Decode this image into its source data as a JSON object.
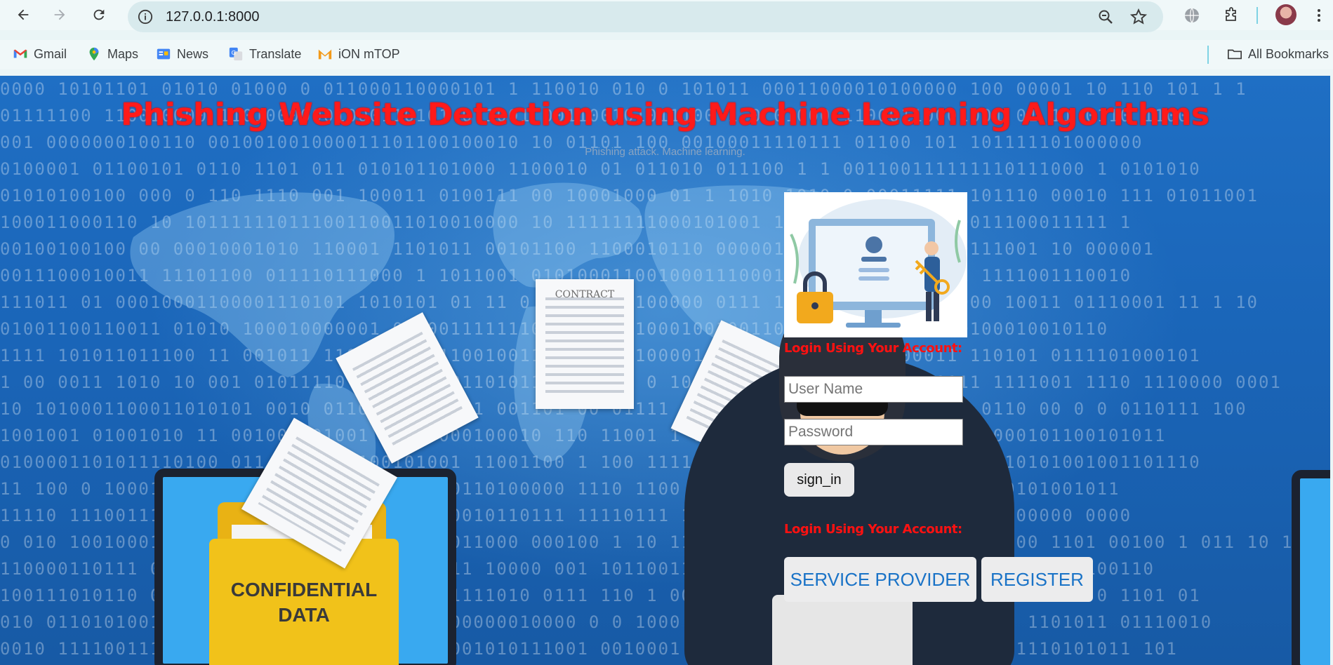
{
  "browser": {
    "url": "127.0.0.1:8000",
    "bookmarks": [
      {
        "label": "Gmail",
        "icon": "gmail-icon"
      },
      {
        "label": "Maps",
        "icon": "maps-icon"
      },
      {
        "label": "News",
        "icon": "news-icon"
      },
      {
        "label": "Translate",
        "icon": "translate-icon"
      },
      {
        "label": "iON mTOP",
        "icon": "ion-icon"
      }
    ],
    "all_bookmarks": "All Bookmarks"
  },
  "page": {
    "title": "Phishing Website Detection using Machine Learning Algorithms",
    "subtitle": "Phishing attack. Machine learning.",
    "illustration": {
      "contract_label": "CONTRACT",
      "folder_label_line1": "CONFIDENTIAL",
      "folder_label_line2": "DATA"
    },
    "login": {
      "heading": "Login Using Your Account:",
      "username_placeholder": "User Name",
      "password_placeholder": "Password",
      "sign_in_label": "sign_in",
      "second_heading": "Login Using Your Account:",
      "service_provider_label": "SERVICE PROVIDER",
      "register_label": "REGISTER"
    }
  },
  "colors": {
    "title": "#ff1a1a",
    "button_text": "#1a73c7",
    "background": "#1a65b8"
  }
}
